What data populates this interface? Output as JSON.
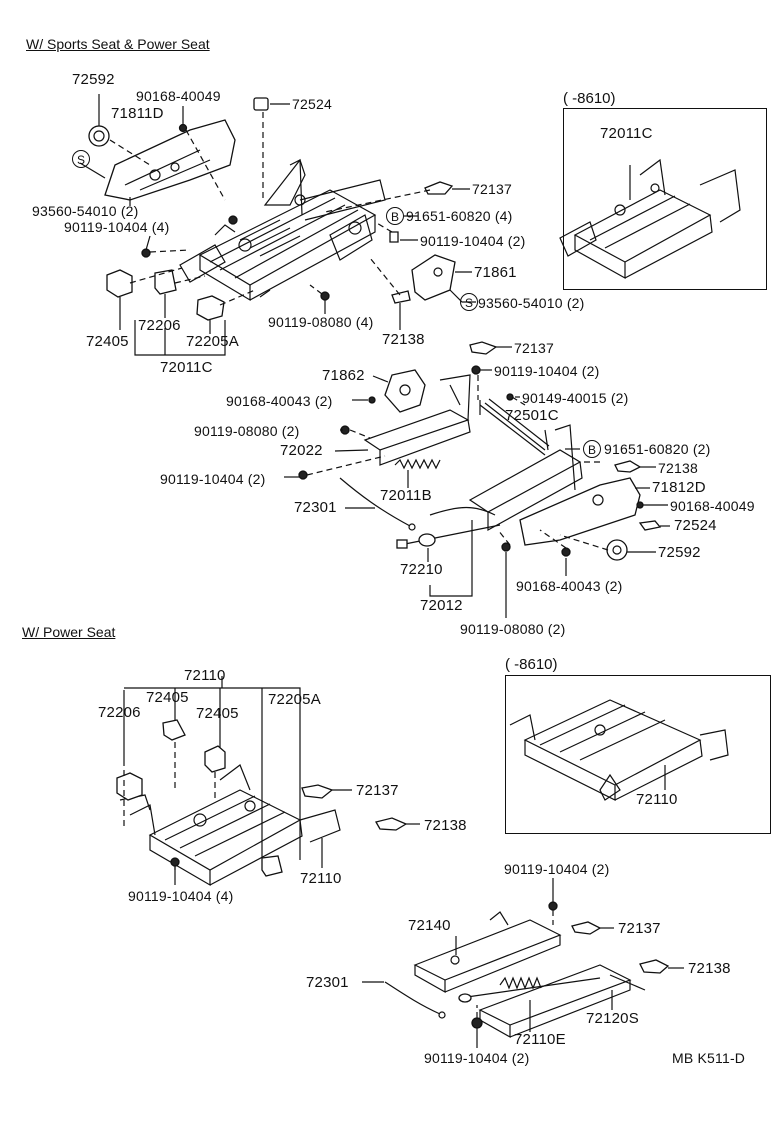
{
  "sections": {
    "sports_power": "W/ Sports Seat & Power Seat",
    "power": "W/ Power Seat"
  },
  "insets": {
    "top_range": "(       -8610)",
    "bottom_range": "(       -8610)"
  },
  "symbols": {
    "s": "S",
    "b": "B"
  },
  "labels": {
    "p72592a": "72592",
    "p90168_40049a": "90168-40049",
    "p72524a": "72524",
    "p71811D": "71811D",
    "p72011C_inset": "72011C",
    "p93560_54010a": "93560-54010 (2)",
    "p90119_10404_4a": "90119-10404 (4)",
    "p72137a": "72137",
    "p91651_60820_4": "91651-60820 (4)",
    "p90119_10404_2a": "90119-10404 (2)",
    "p71861": "71861",
    "p93560_54010b": "93560-54010 (2)",
    "p72405a": "72405",
    "p72206a": "72206",
    "p72205Aa": "72205A",
    "p72011Ca": "72011C",
    "p90119_08080_4": "90119-08080 (4)",
    "p72138a": "72138",
    "p72137b": "72137",
    "p71862": "71862",
    "p90119_10404_2b": "90119-10404 (2)",
    "p90168_40043a": "90168-40043 (2)",
    "p90149_40015": "90149-40015 (2)",
    "p90119_08080_2a": "90119-08080 (2)",
    "p72501C": "72501C",
    "p72022": "72022",
    "p91651_60820_2": "91651-60820 (2)",
    "p72138b": "72138",
    "p90119_10404_2c": "90119-10404 (2)",
    "p72011B": "72011B",
    "p71812D": "71812D",
    "p72301a": "72301",
    "p90168_40049b": "90168-40049",
    "p72524b": "72524",
    "p72592b": "72592",
    "p72210": "72210",
    "p90168_40043b": "90168-40043 (2)",
    "p72012": "72012",
    "p90119_08080_2b": "90119-08080 (2)",
    "p72110a": "72110",
    "p72405b": "72405",
    "p72206b": "72206",
    "p72405c": "72405",
    "p72205Ab": "72205A",
    "p72110_inset": "72110",
    "p72137c": "72137",
    "p72138c": "72138",
    "p72110b": "72110",
    "p90119_10404_4b": "90119-10404 (4)",
    "p90119_10404_2d": "90119-10404 (2)",
    "p72140": "72140",
    "p72137d": "72137",
    "p72138d": "72138",
    "p72301b": "72301",
    "p72120S": "72120S",
    "p72110E": "72110E",
    "p90119_10404_2e": "90119-10404 (2)",
    "code": "MB K511-D"
  }
}
